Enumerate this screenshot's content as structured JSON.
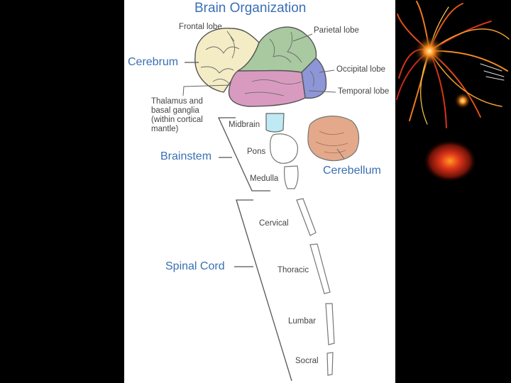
{
  "title": "Brain Organization",
  "major_labels": {
    "cerebrum": "Cerebrum",
    "brainstem": "Brainstem",
    "cerebellum": "Cerebellum",
    "spinal_cord": "Spinal Cord"
  },
  "lobe_labels": {
    "frontal": "Frontal lobe",
    "parietal": "Parietal lobe",
    "occipital": "Occipital lobe",
    "temporal": "Temporal lobe"
  },
  "deep_structure": {
    "line1": "Thalamus and",
    "line2": "basal ganglia",
    "line3": "(within cortical",
    "line4": "mantle)"
  },
  "brainstem_parts": {
    "midbrain": "Midbrain",
    "pons": "Pons",
    "medulla": "Medulla"
  },
  "spinal_parts": {
    "cervical": "Cervical",
    "thoracic": "Thoracic",
    "lumbar": "Lumbar",
    "sacral": "Socral"
  },
  "colors": {
    "background": "#000000",
    "panel": "#ffffff",
    "label_blue": "#3a6fb5",
    "frontal": "#f4ecc4",
    "parietal": "#a9c9a0",
    "occipital": "#8d96d6",
    "temporal": "#d89bbf",
    "midbrain": "#bfe9f3",
    "cerebellum": "#e3a98a"
  }
}
